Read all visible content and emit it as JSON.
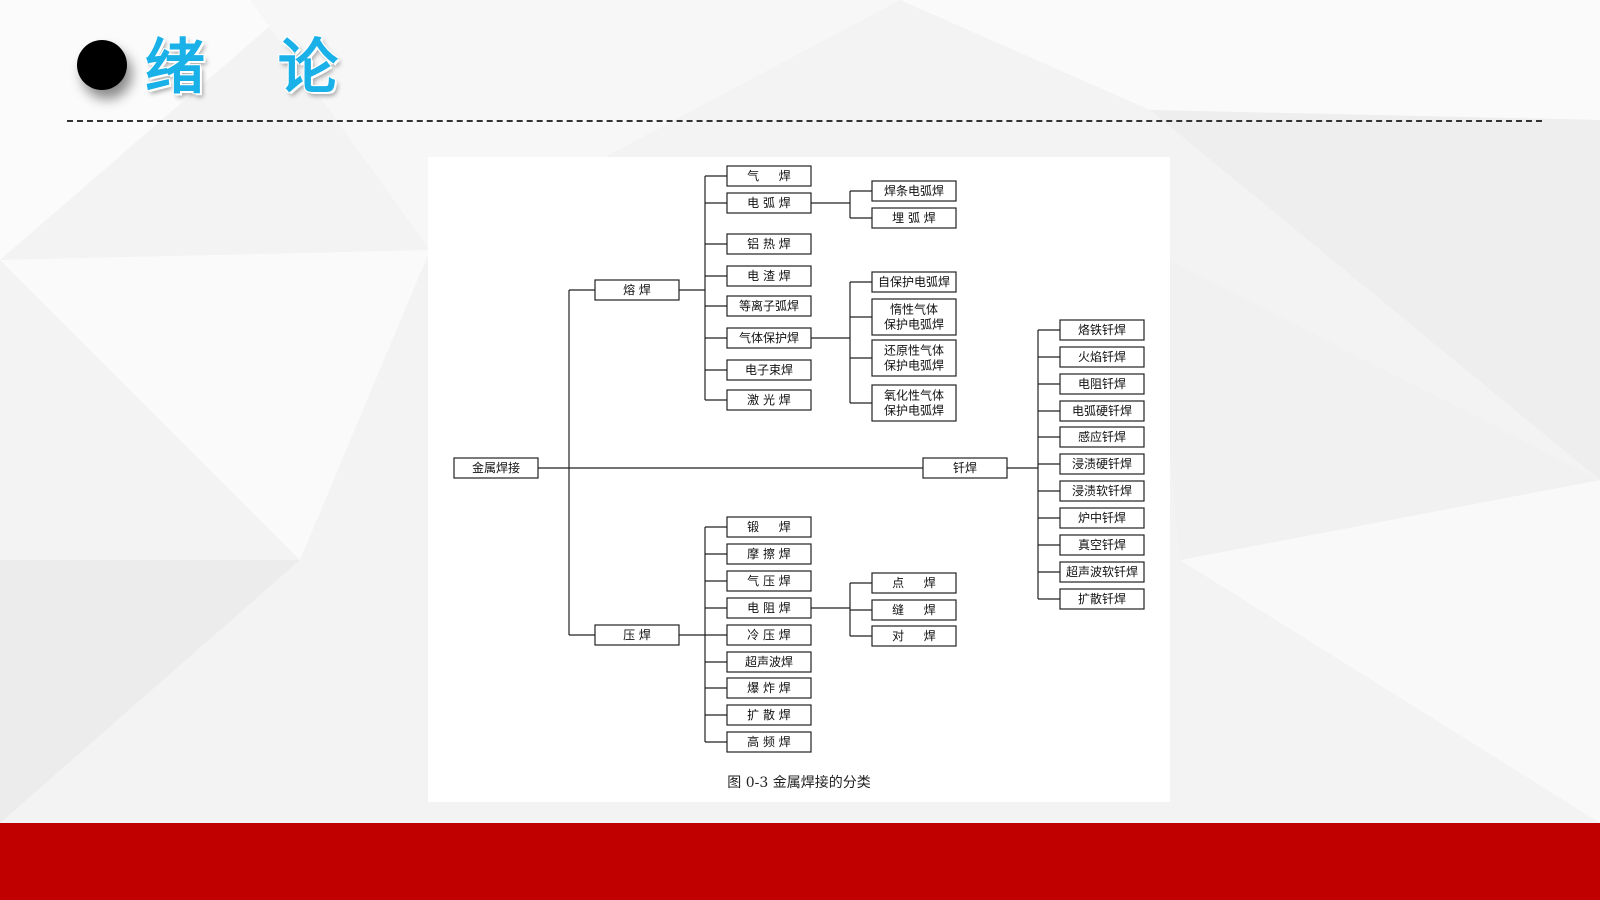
{
  "slide": {
    "title": "绪 论",
    "caption": "图 0-3    金属焊接的分类"
  },
  "colors": {
    "title": "#1ab1e8",
    "footer": "#c00000",
    "bullet": "#000000"
  },
  "diagram": {
    "root": "金属焊接",
    "branches": [
      {
        "label": "熔 焊",
        "children": [
          {
            "label": "气 　 焊",
            "children": []
          },
          {
            "label": "电 弧 焊",
            "children": [
              "焊条电弧焊",
              "埋 弧 焊"
            ]
          },
          {
            "label": "铝 热 焊",
            "children": []
          },
          {
            "label": "电 渣 焊",
            "children": []
          },
          {
            "label": "等离子弧焊",
            "children": []
          },
          {
            "label": "气体保护焊",
            "children": [
              "自保护电弧焊",
              "惰性气体\n保护电弧焊",
              "还原性气体\n保护电弧焊",
              "氧化性气体\n保护电弧焊"
            ]
          },
          {
            "label": "电子束焊",
            "children": []
          },
          {
            "label": "激 光 焊",
            "children": []
          }
        ]
      },
      {
        "label": "钎焊",
        "children": [
          {
            "label": "烙铁钎焊",
            "children": []
          },
          {
            "label": "火焰钎焊",
            "children": []
          },
          {
            "label": "电阻钎焊",
            "children": []
          },
          {
            "label": "电弧硬钎焊",
            "children": []
          },
          {
            "label": "感应钎焊",
            "children": []
          },
          {
            "label": "浸渍硬钎焊",
            "children": []
          },
          {
            "label": "浸渍软钎焊",
            "children": []
          },
          {
            "label": "炉中钎焊",
            "children": []
          },
          {
            "label": "真空钎焊",
            "children": []
          },
          {
            "label": "超声波软钎焊",
            "children": []
          },
          {
            "label": "扩散钎焊",
            "children": []
          }
        ]
      },
      {
        "label": "压 焊",
        "children": [
          {
            "label": "锻 　 焊",
            "children": []
          },
          {
            "label": "摩 擦 焊",
            "children": []
          },
          {
            "label": "气 压 焊",
            "children": []
          },
          {
            "label": "电 阻 焊",
            "children": [
              "点 　 焊",
              "缝 　 焊",
              "对 　 焊"
            ]
          },
          {
            "label": "冷 压 焊",
            "children": []
          },
          {
            "label": "超声波焊",
            "children": []
          },
          {
            "label": "爆 炸 焊",
            "children": []
          },
          {
            "label": "扩 散 焊",
            "children": []
          },
          {
            "label": "高 频 焊",
            "children": []
          }
        ]
      }
    ]
  }
}
